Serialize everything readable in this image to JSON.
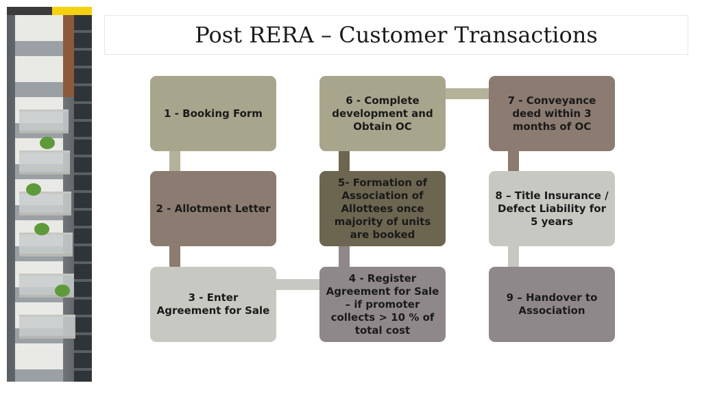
{
  "title": "Post RERA – Customer Transactions",
  "colors": {
    "step_1": "#a8a58d",
    "step_2": "#8b7b70",
    "step_3": "#c7c8c2",
    "step_4": "#8f888a",
    "step_5": "#6c6550",
    "step_6": "#a8a58d",
    "step_7": "#8b7b70",
    "step_8": "#c7c8c2",
    "step_9": "#8f888a"
  },
  "steps": [
    {
      "id": 1,
      "label": "1 - Booking Form"
    },
    {
      "id": 2,
      "label": "2 - Allotment Letter"
    },
    {
      "id": 3,
      "label": "3 - Enter Agreement for Sale"
    },
    {
      "id": 4,
      "label": "4 - Register Agreement for Sale – if promoter collects > 10 % of total cost"
    },
    {
      "id": 5,
      "label": "5- Formation of Association of Allottees once majority of units are booked"
    },
    {
      "id": 6,
      "label": "6 - Complete development and Obtain OC"
    },
    {
      "id": 7,
      "label": "7 - Conveyance deed within 3 months of OC"
    },
    {
      "id": 8,
      "label": "8 – Title Insurance / Defect Liability for 5 years"
    },
    {
      "id": 9,
      "label": "9 – Handover to Association"
    }
  ]
}
